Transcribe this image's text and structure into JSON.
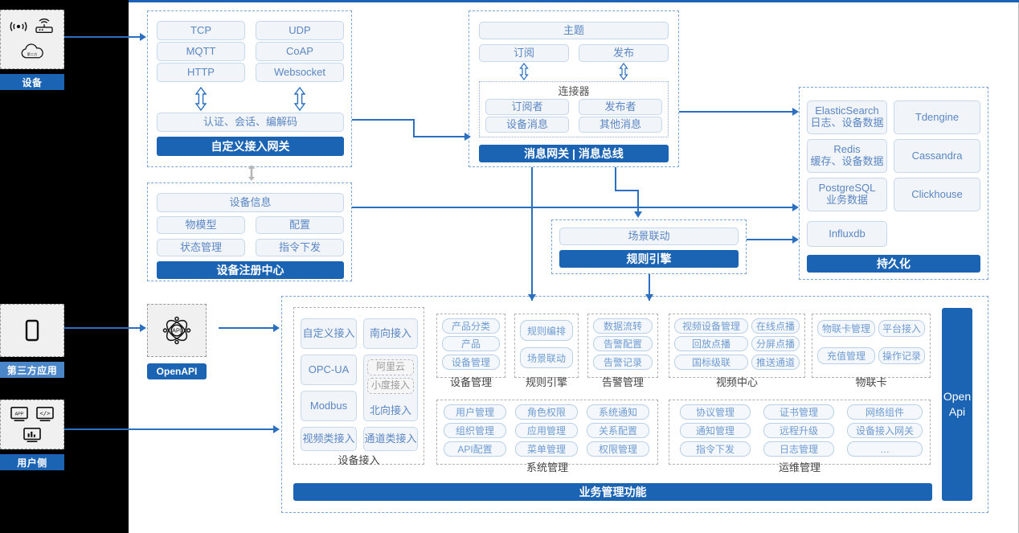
{
  "theme": {
    "primary": "#1b63b3",
    "accent_light": "#4a86c8",
    "chip_text": "#5b86c4",
    "line": "#2a6fc0"
  },
  "left_rail": [
    {
      "key": "device",
      "label": "设备",
      "icons": [
        "signal-icon",
        "router-icon",
        "cloud-icon"
      ]
    },
    {
      "key": "third_party",
      "label": "第三方应用",
      "icons": [
        "mobile-icon"
      ]
    },
    {
      "key": "user_side",
      "label": "用户侧",
      "icons": [
        "app-window-icon",
        "code-window-icon",
        "dashboard-icon"
      ]
    }
  ],
  "openapi_node": {
    "label": "OpenAPI",
    "icon": "api-globe-icon"
  },
  "access_gateway": {
    "protocols": [
      "TCP",
      "UDP",
      "MQTT",
      "CoAP",
      "HTTP",
      "Websocket"
    ],
    "middle": "认证、会话、编解码",
    "title": "自定义接入网关"
  },
  "message_gateway": {
    "topic": "主题",
    "pubsub": [
      "订阅",
      "发布"
    ],
    "connector_title": "连接器",
    "connector_items": [
      "订阅者",
      "发布者",
      "设备消息",
      "其他消息"
    ],
    "title": "消息网关 | 消息总线"
  },
  "device_registry": {
    "header": "设备信息",
    "items": [
      "物模型",
      "配置",
      "状态管理",
      "指令下发"
    ],
    "title": "设备注册中心"
  },
  "rule_engine": {
    "item": "场景联动",
    "title": "规则引擎"
  },
  "persistence": {
    "stores": [
      {
        "name": "ElasticSearch",
        "desc": "日志、设备数据"
      },
      {
        "name": "Tdengine",
        "desc": ""
      },
      {
        "name": "Redis",
        "desc": "缓存、设备数据"
      },
      {
        "name": "Cassandra",
        "desc": ""
      },
      {
        "name": "PostgreSQL",
        "desc": "业务数据"
      },
      {
        "name": "Clickhouse",
        "desc": ""
      },
      {
        "name": "Influxdb",
        "desc": ""
      }
    ],
    "title": "持久化"
  },
  "device_access": {
    "caption": "设备接入",
    "items": [
      "自定义接入",
      "南向接入",
      "OPC-UA",
      "Modbus",
      "北向接入",
      "视频类接入",
      "通道类接入"
    ],
    "sub_items": [
      "阿里云",
      "小度接入"
    ]
  },
  "business": {
    "bar_title": "业务管理功能",
    "openapi_side": "Open Api",
    "groups": [
      {
        "caption": "设备管理",
        "items": [
          "产品分类",
          "产品",
          "设备管理"
        ]
      },
      {
        "caption": "规则引擎",
        "items": [
          "规则编排",
          "场景联动"
        ]
      },
      {
        "caption": "告警管理",
        "items": [
          "数据流转",
          "告警配置",
          "告警记录"
        ]
      },
      {
        "caption": "视频中心",
        "items": [
          "视频设备管理",
          "在线点播",
          "回放点播",
          "分屏点播",
          "国标级联",
          "推送通道"
        ]
      },
      {
        "caption": "物联卡",
        "items": [
          "物联卡管理",
          "平台接入",
          "充值管理",
          "操作记录"
        ]
      },
      {
        "caption": "系统管理",
        "items": [
          "用户管理",
          "角色权限",
          "系统通知",
          "组织管理",
          "应用管理",
          "关系配置",
          "API配置",
          "菜单管理",
          "权限管理"
        ]
      },
      {
        "caption": "运维管理",
        "items": [
          "协议管理",
          "证书管理",
          "网络组件",
          "通知管理",
          "远程升级",
          "设备接入网关",
          "指令下发",
          "日志管理",
          "…"
        ]
      }
    ]
  }
}
